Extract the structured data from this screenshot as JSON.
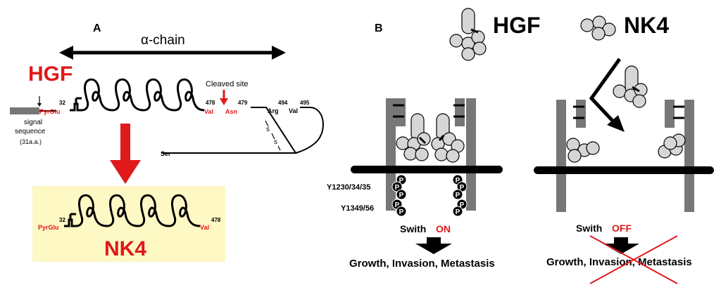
{
  "panel_a": {
    "label": "A",
    "alpha_chain": "α-chain",
    "hgf_title": "HGF",
    "cleaved_site": "Cleaved site",
    "signal_sequence_line1": "signal",
    "signal_sequence_line2": "sequence",
    "signal_sequence_line3": "(31a.a.)",
    "res_32": "32",
    "res_pyrglu": "PyrGlu",
    "res_478": "478",
    "res_val": "Val",
    "res_479": "479",
    "res_asn": "Asn",
    "res_arg": "Arg",
    "res_494": "494",
    "res_val2": "Val",
    "res_495": "495",
    "res_ser": "Ser",
    "ss1": "s",
    "ss2": "s",
    "nk4_32": "32",
    "nk4_pyrglu": "PyrGlu",
    "nk4_478": "478",
    "nk4_val": "Val",
    "nk4_title": "NK4"
  },
  "panel_b": {
    "label": "B",
    "hgf_legend": "HGF",
    "nk4_legend": "NK4",
    "y1": "Y1230/34/35",
    "y2": "Y1349/56",
    "phospho": "P",
    "switch_word": "Swith",
    "on": "ON",
    "off": "OFF",
    "outcome_on": "Growth, Invasion, Metastasis",
    "outcome_off": "Growth, Invasion, Metastasis"
  },
  "colors": {
    "red": "#e0191b",
    "receptor_gray": "#777777",
    "protein_fill": "#d6d6d6",
    "nk4_box": "#fdf8c4"
  }
}
